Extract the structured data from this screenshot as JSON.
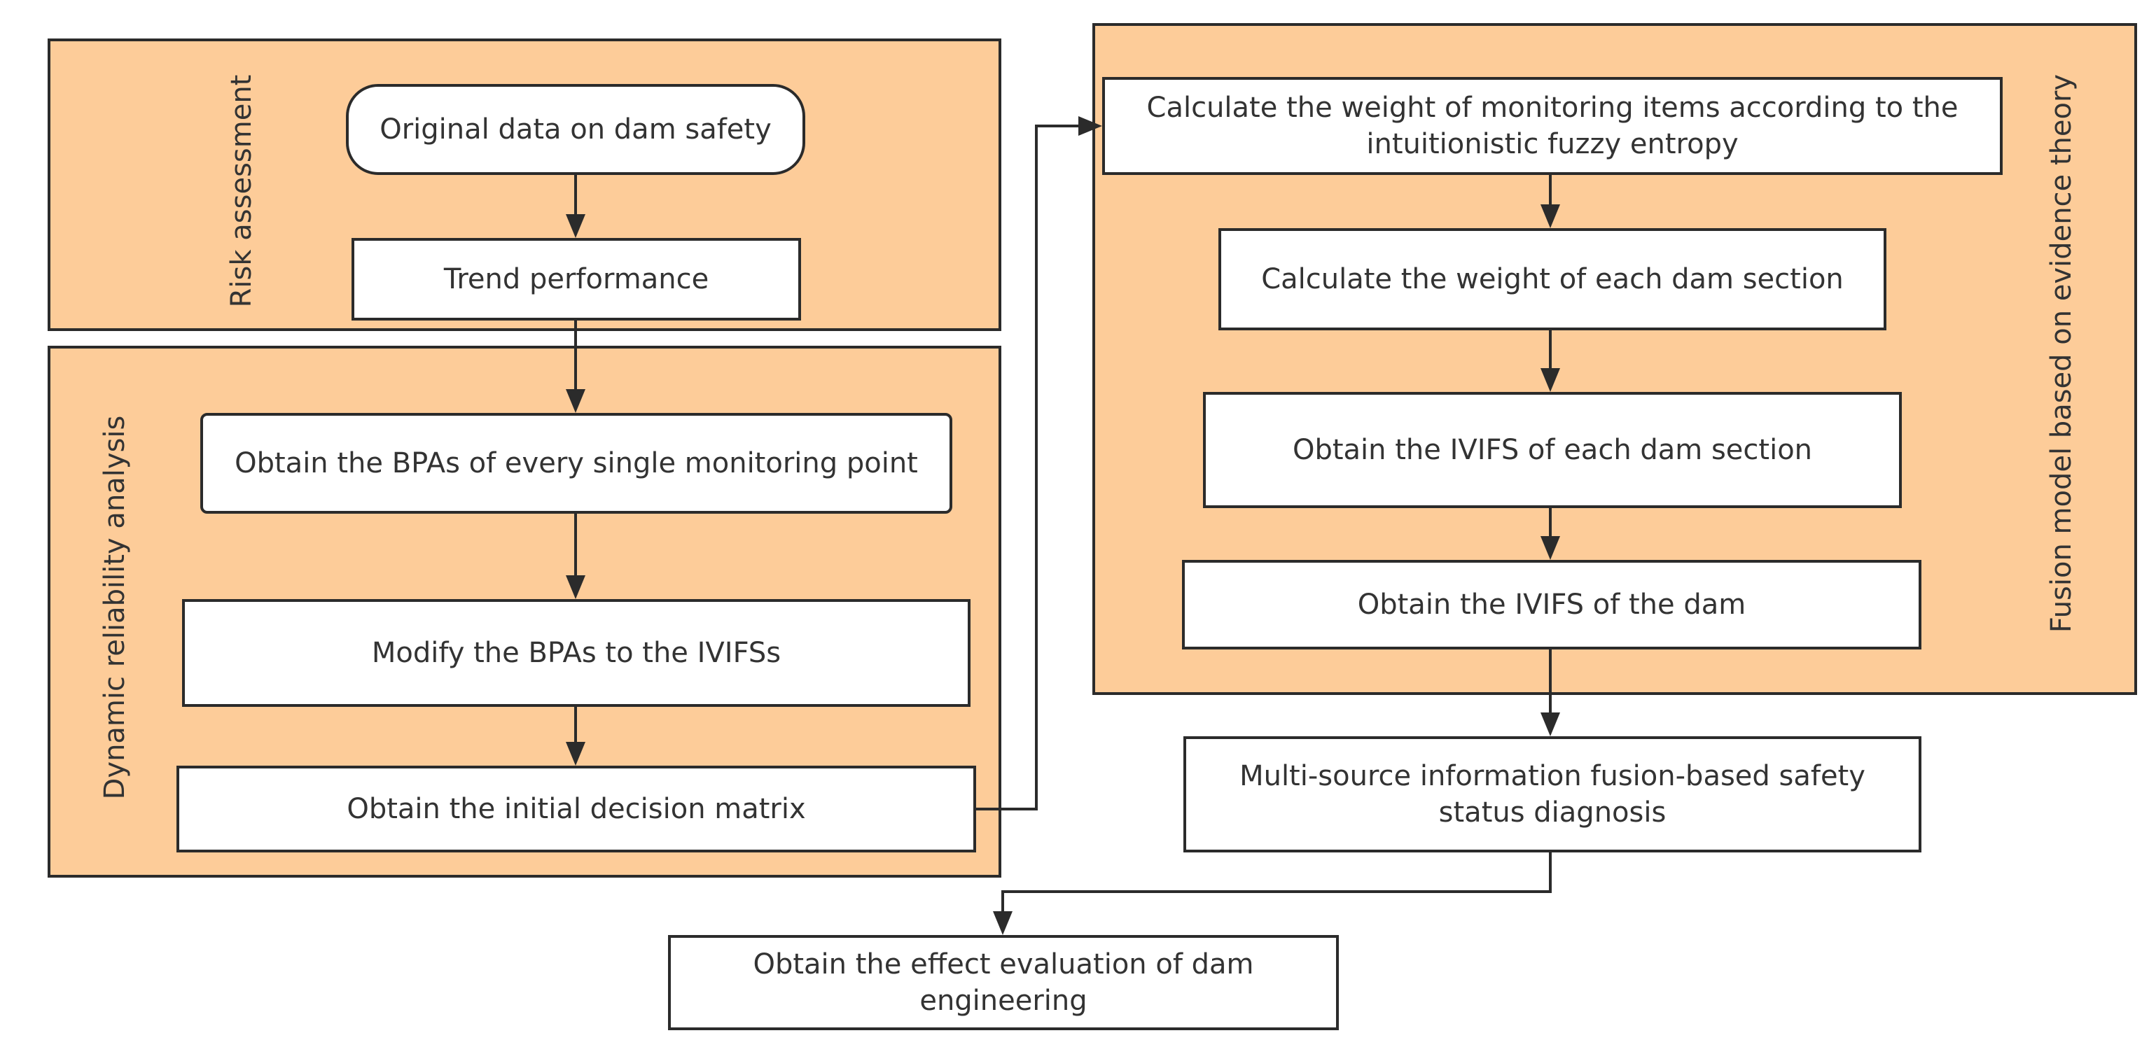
{
  "colors": {
    "panel_fill": "#fdcc99",
    "stroke": "#2b2b2b",
    "text": "#333333",
    "node_fill": "#ffffff"
  },
  "panels": {
    "risk": {
      "label": "Risk assessment"
    },
    "dynamic": {
      "label": "Dynamic reliability analysis"
    },
    "fusion": {
      "label": "Fusion model based on evidence theory"
    }
  },
  "nodes": {
    "original_data": "Original data on dam safety",
    "trend": "Trend performance",
    "obtain_bpas": "Obtain the BPAs of every single monitoring point",
    "modify_bpas": "Modify the BPAs to the IVIFSs",
    "initial_matrix": "Obtain the initial decision matrix",
    "weight_items": "Calculate the weight of monitoring items according to the\nintuitionistic fuzzy entropy",
    "weight_section": "Calculate the weight of each dam section",
    "ivifs_section": "Obtain the IVIFS of each dam section",
    "ivifs_dam": "Obtain the IVIFS of the dam",
    "diagnosis": "Multi-source information fusion-based safety\nstatus diagnosis",
    "effect": "Obtain the effect evaluation of dam\nengineering"
  }
}
